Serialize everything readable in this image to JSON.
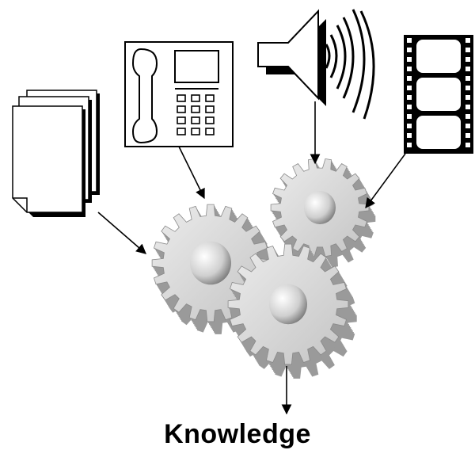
{
  "diagram": {
    "caption": "Knowledge",
    "sources": [
      {
        "name": "documents",
        "icon": "document-stack-icon"
      },
      {
        "name": "telephone",
        "icon": "telephone-icon"
      },
      {
        "name": "audio",
        "icon": "speaker-icon"
      },
      {
        "name": "video",
        "icon": "film-strip-icon"
      }
    ],
    "processor_icon": "gears-icon",
    "colors": {
      "gear_face": "#d6d6d6",
      "gear_side": "#9a9a9a",
      "outline": "#000000",
      "background": "#ffffff"
    }
  }
}
